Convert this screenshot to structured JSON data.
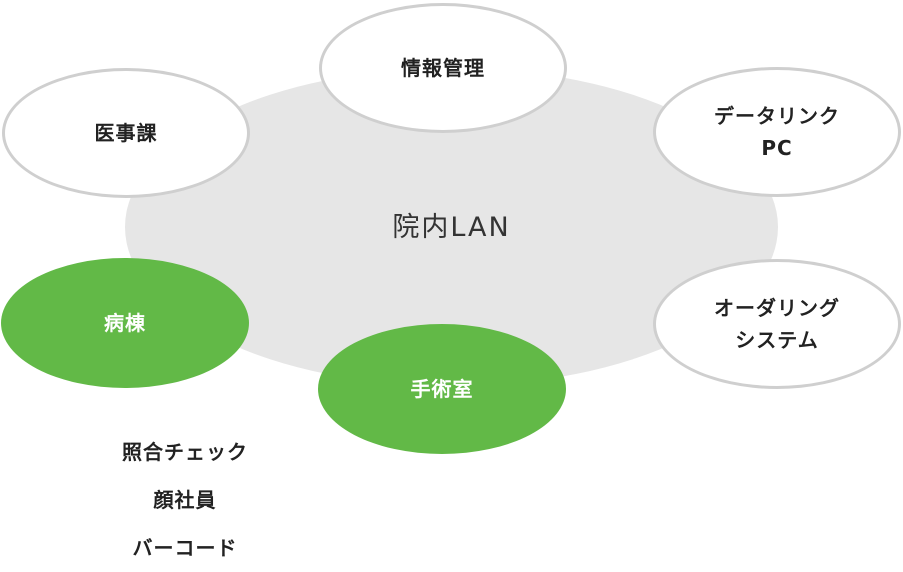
{
  "lan": {
    "label": "院内LAN"
  },
  "nodes": {
    "info": "情報管理",
    "medical": "医事課",
    "datalink": "データリンク\nPC",
    "order": "オーダリング\nシステム",
    "ward": "病棟",
    "or": "手術室"
  },
  "features": [
    "照合チェック",
    "顔社員",
    "バーコード"
  ],
  "colors": {
    "lan": "#e6e6e6",
    "green": "#62b947",
    "border": "#cfcfcf"
  }
}
